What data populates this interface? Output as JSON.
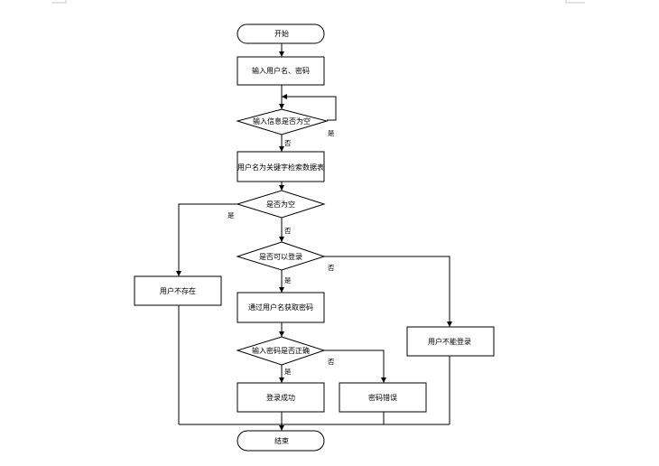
{
  "flowchart": {
    "start": "开始",
    "input_credentials": "输入用户名、密码",
    "check_input_empty": "输入信息是否为空",
    "search_table": "用户名为关键字检索数据表",
    "check_result_empty": "是否为空",
    "check_can_login": "是否可以登录",
    "user_not_exist": "用户不存在",
    "get_password": "通过用户名获取密码",
    "user_cannot_login": "用户不能登录",
    "check_password": "输入密码是否正确",
    "login_success": "登录成功",
    "password_error": "密码错误",
    "end": "结束"
  },
  "edge_labels": {
    "input_empty_yes": "是",
    "input_empty_no": "否",
    "result_empty_yes": "是",
    "result_empty_no": "否",
    "can_login_yes": "是",
    "can_login_no": "否",
    "password_correct_yes": "是",
    "password_correct_no": "否"
  }
}
